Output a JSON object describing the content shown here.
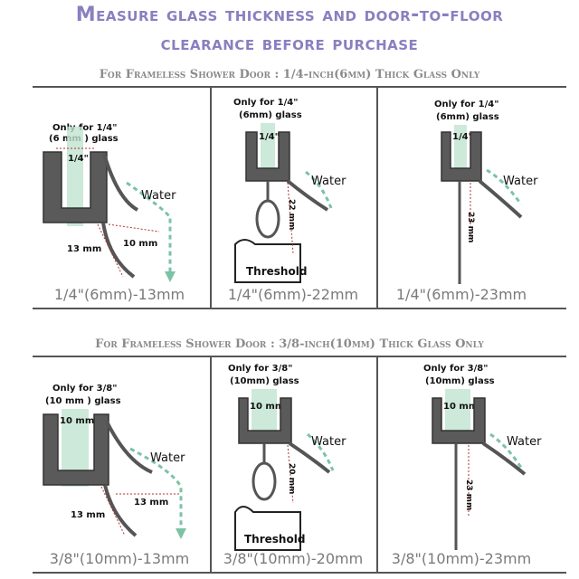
{
  "heading": {
    "line1": "Measure glass thickness and door-to-floor",
    "line2": "clearance before purchase"
  },
  "section1": {
    "title": "For Frameless Shower Door : 1/4-inch(6mm) Thick Glass Only",
    "panels": [
      {
        "only_label": "Only for 1/4\"",
        "glass_label": "(6 mm ) glass",
        "thickness": "1/4\"",
        "water": "Water",
        "dim_a": "13 mm",
        "dim_b": "10 mm",
        "caption": "1/4\"(6mm)-13mm"
      },
      {
        "only_label": "Only for 1/4\"",
        "glass_label": "(6mm) glass",
        "thickness": "1/4\"",
        "water": "Water",
        "dim_a": "22 mm",
        "threshold": "Threshold",
        "caption": "1/4\"(6mm)-22mm"
      },
      {
        "only_label": "Only for 1/4\"",
        "glass_label": "(6mm) glass",
        "thickness": "1/4\"",
        "water": "Water",
        "dim_a": "23 mm",
        "caption": "1/4\"(6mm)-23mm"
      }
    ]
  },
  "section2": {
    "title": "For Frameless Shower Door : 3/8-inch(10mm) Thick Glass Only",
    "panels": [
      {
        "only_label": "Only for 3/8\"",
        "glass_label": "(10 mm ) glass",
        "thickness": "10 mm",
        "water": "Water",
        "dim_a": "13 mm",
        "dim_b": "13 mm",
        "caption": "3/8\"(10mm)-13mm"
      },
      {
        "only_label": "Only for 3/8\"",
        "glass_label": "(10mm) glass",
        "thickness": "10 mm",
        "water": "Water",
        "dim_a": "20 mm",
        "threshold": "Threshold",
        "caption": "3/8\"(10mm)-20mm"
      },
      {
        "only_label": "Only for 3/8\"",
        "glass_label": "(10mm) glass",
        "thickness": "10 mm",
        "water": "Water",
        "dim_a": "23 mm",
        "caption": "3/8\"(10mm)-23mm"
      }
    ]
  },
  "colors": {
    "accent": "#8a7fc0",
    "seal": "#5a5a5a",
    "glass": "#bfe3cf",
    "arrow": "#7cc3a6",
    "dim": "#b0332e"
  }
}
